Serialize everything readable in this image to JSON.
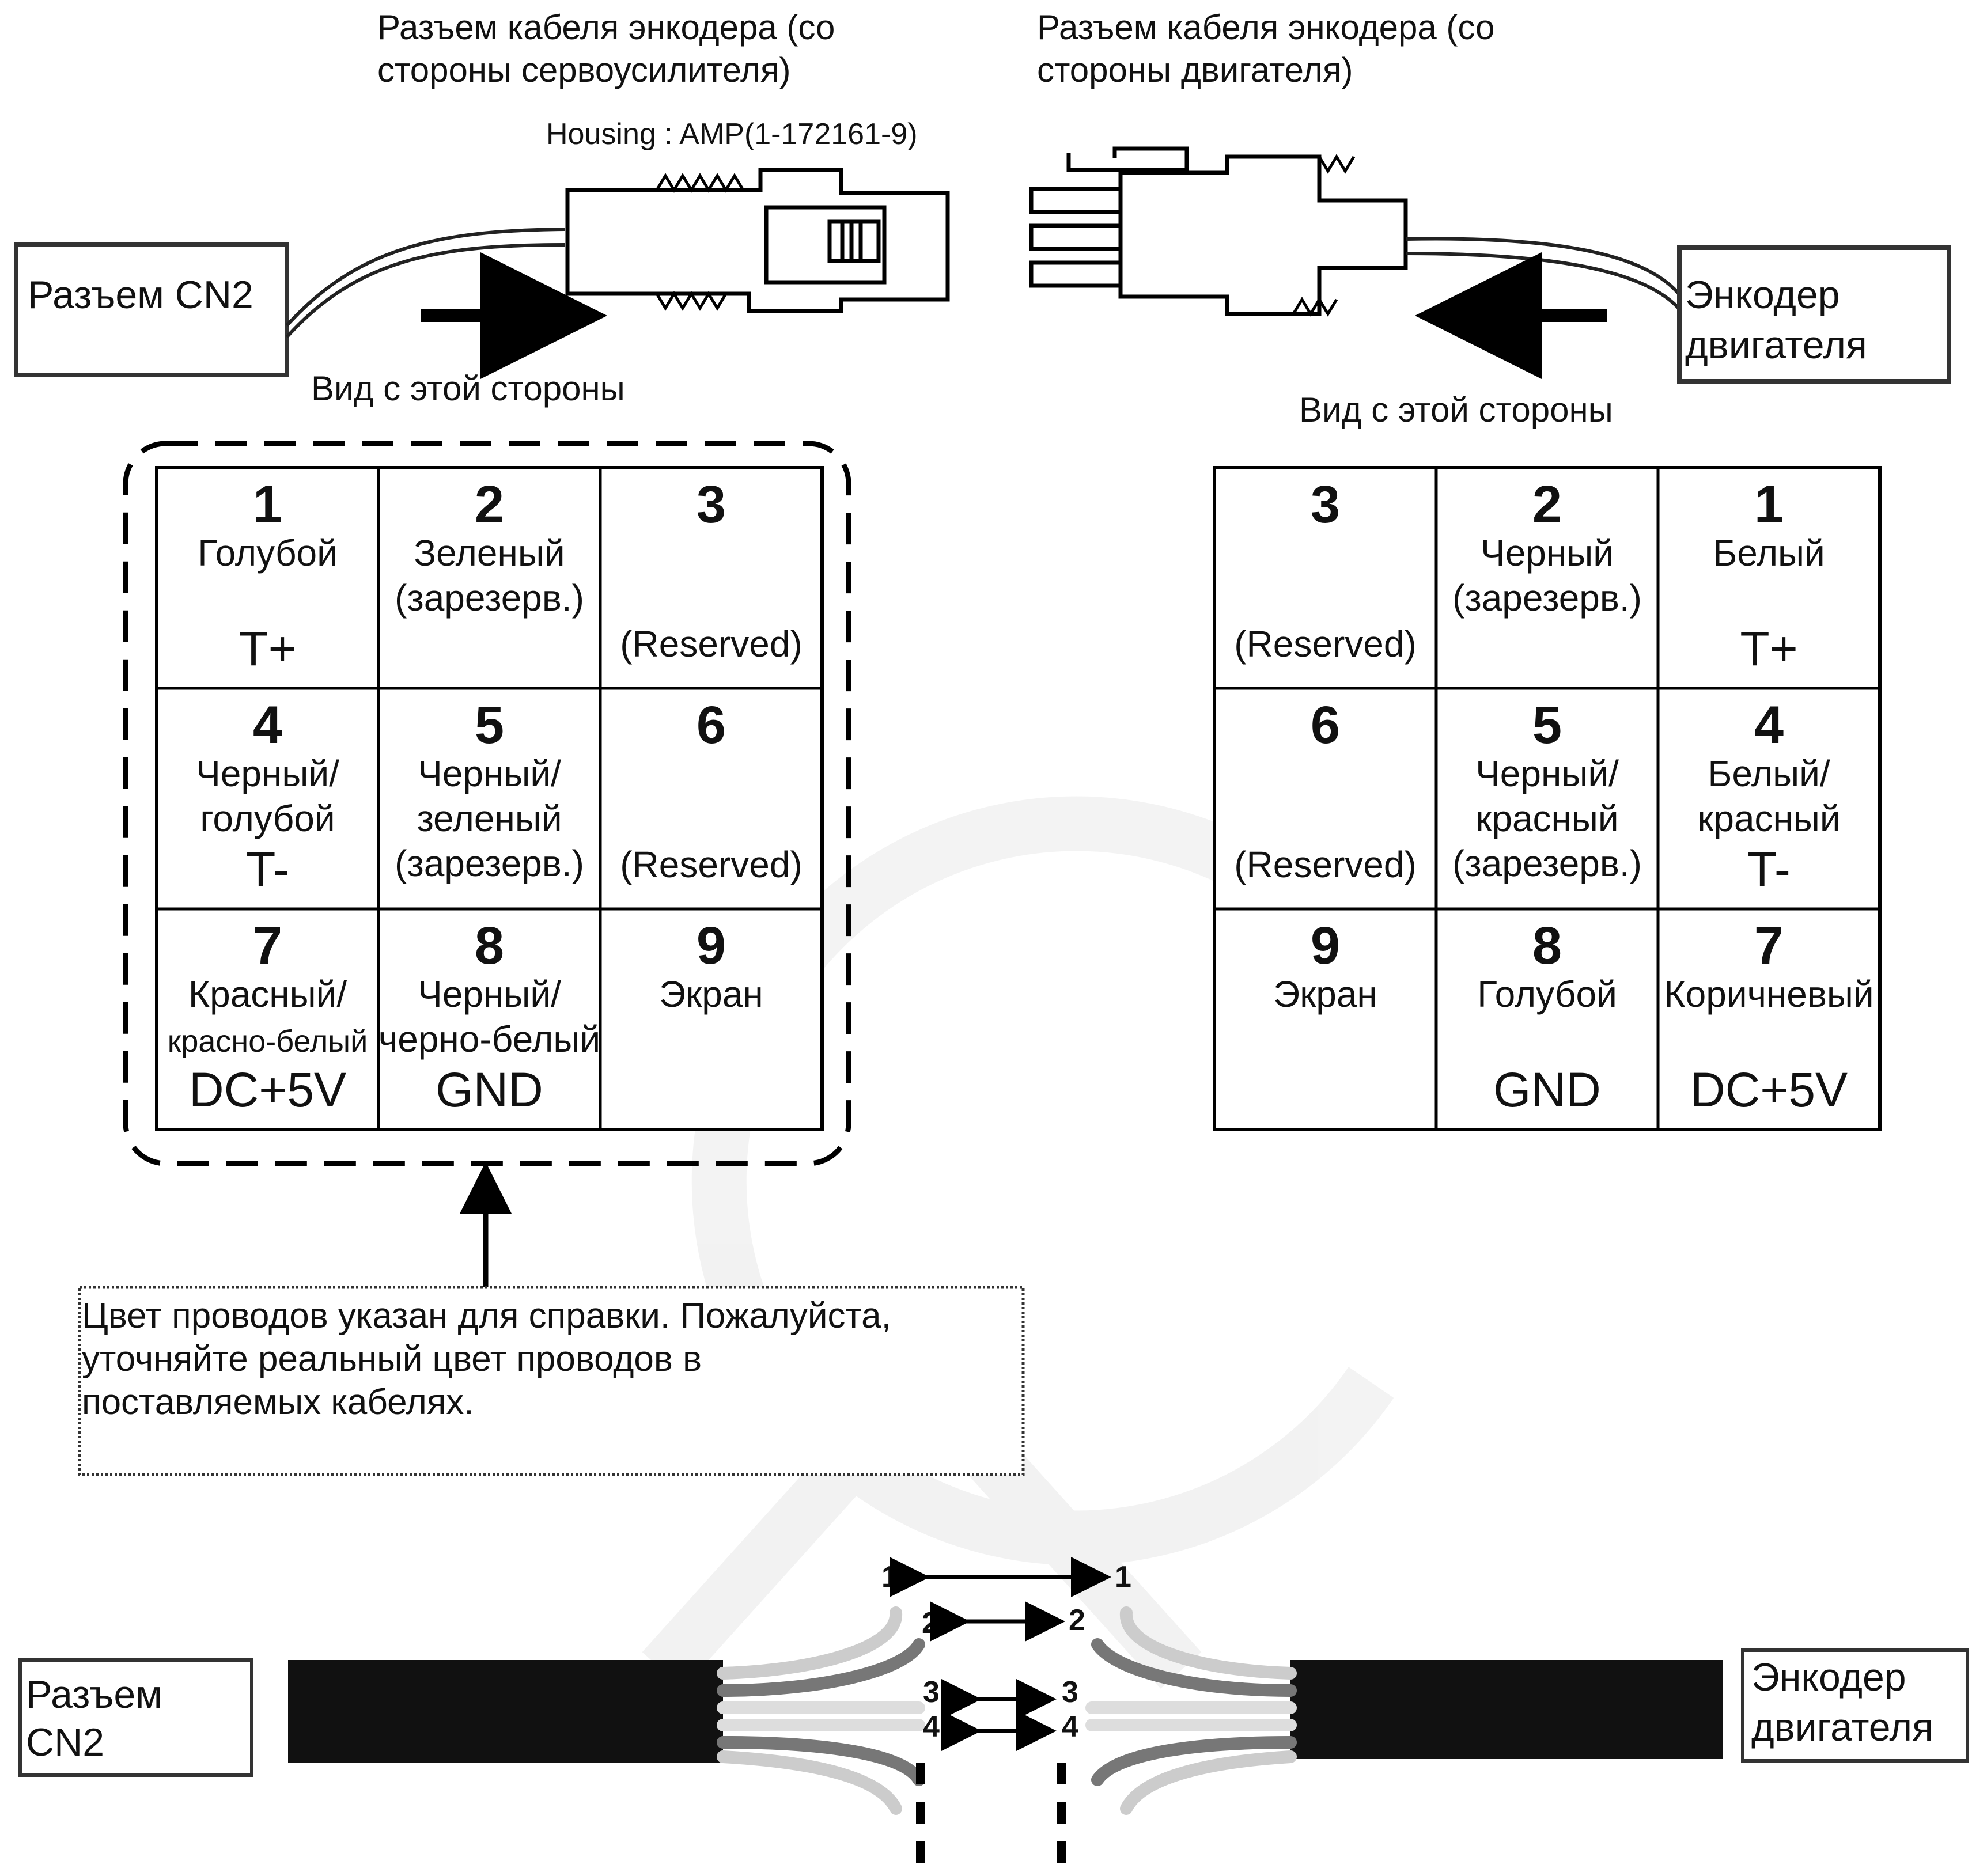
{
  "top": {
    "left_caption": [
      "Разъем кабеля энкодера (со",
      "стороны сервоусилителя)"
    ],
    "right_caption": [
      "Разъем кабеля энкодера (со",
      "стороны двигателя)"
    ],
    "housing": "Housing : AMP(1-172161-9)",
    "left_box": "Разъем CN2",
    "right_box": [
      "Энкодер",
      "двигателя"
    ],
    "left_view": "Вид с этой стороны",
    "right_view": "Вид с этой стороны"
  },
  "left_table": [
    {
      "pin": "1",
      "lines": [
        "Голубой"
      ],
      "signal": "T+"
    },
    {
      "pin": "2",
      "lines": [
        "Зеленый",
        "(зарезерв.)"
      ],
      "signal": ""
    },
    {
      "pin": "3",
      "lines": [
        "(Reserved)"
      ],
      "signal": ""
    },
    {
      "pin": "4",
      "lines": [
        "Черный/",
        "голубой"
      ],
      "signal": "T-"
    },
    {
      "pin": "5",
      "lines": [
        "Черный/",
        "зеленый",
        "(зарезерв.)"
      ],
      "signal": ""
    },
    {
      "pin": "6",
      "lines": [
        "(Reserved)"
      ],
      "signal": ""
    },
    {
      "pin": "7",
      "lines": [
        "Красный/",
        "красно-белый"
      ],
      "signal": "DC+5V"
    },
    {
      "pin": "8",
      "lines": [
        "Черный/",
        "черно-белый"
      ],
      "signal": "GND"
    },
    {
      "pin": "9",
      "lines": [
        "Экран"
      ],
      "signal": ""
    }
  ],
  "right_table": [
    {
      "pin": "3",
      "lines": [
        "(Reserved)"
      ],
      "signal": ""
    },
    {
      "pin": "2",
      "lines": [
        "Черный",
        "(зарезерв.)"
      ],
      "signal": ""
    },
    {
      "pin": "1",
      "lines": [
        "Белый"
      ],
      "signal": "T+"
    },
    {
      "pin": "6",
      "lines": [
        "(Reserved)"
      ],
      "signal": ""
    },
    {
      "pin": "5",
      "lines": [
        "Черный/",
        "красный",
        "(зарезерв.)"
      ],
      "signal": ""
    },
    {
      "pin": "4",
      "lines": [
        "Белый/",
        "красный"
      ],
      "signal": "T-"
    },
    {
      "pin": "9",
      "lines": [
        "Экран"
      ],
      "signal": ""
    },
    {
      "pin": "8",
      "lines": [
        "Голубой"
      ],
      "signal": "GND"
    },
    {
      "pin": "7",
      "lines": [
        "Коричневый"
      ],
      "signal": "DC+5V"
    }
  ],
  "note": [
    "Цвет проводов указан для справки. Пожалуйста,",
    "уточняйте реальный цвет проводов в",
    "поставляемых кабелях."
  ],
  "bottom": {
    "left_box": [
      "Разъем",
      "CN2"
    ],
    "right_box": [
      "Энкодер",
      "двигателя"
    ],
    "pin_pairs": [
      "1",
      "2",
      "3",
      "4"
    ]
  }
}
